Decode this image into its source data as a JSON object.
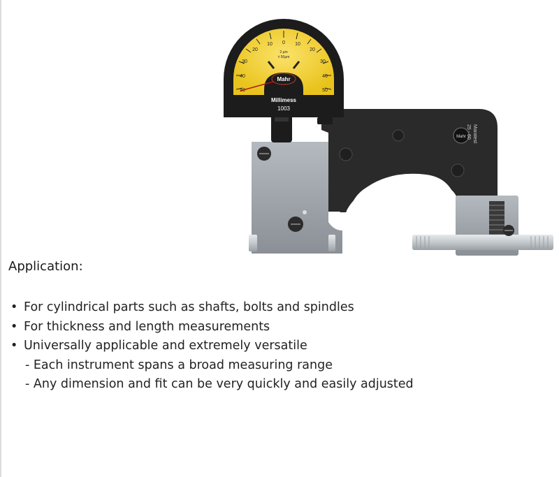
{
  "product_image": {
    "dial_brand": "Mahr",
    "dial_model_name": "Millimess",
    "dial_model_number": "1003",
    "dial_unit_line1": "2 µm",
    "dial_unit_line2": "± 50µm",
    "dial_scale": [
      "0",
      "10",
      "20",
      "30",
      "40",
      "50",
      "10",
      "20",
      "30",
      "40",
      "50"
    ],
    "body_brand": "Mahr",
    "body_model_name": "Maratest",
    "body_range": "25 - 60",
    "colors": {
      "dial_face": "#f3d12b",
      "dial_case": "#1c1c1c",
      "frame_black": "#2a2a2a",
      "frame_gray": "#9ba2a8",
      "anvil_steel": "#cfd3d6"
    }
  },
  "application": {
    "heading": "Application:",
    "items": [
      {
        "text": "For cylindrical parts such as shafts, bolts and spindles",
        "level": 1
      },
      {
        "text": "For thickness and length measurements",
        "level": 1
      },
      {
        "text": "Universally applicable and extremely versatile",
        "level": 1
      },
      {
        "text": "- Each instrument spans a broad measuring range",
        "level": 2
      },
      {
        "text": "- Any dimension and fit can be very quickly and easily adjusted",
        "level": 2
      }
    ]
  }
}
